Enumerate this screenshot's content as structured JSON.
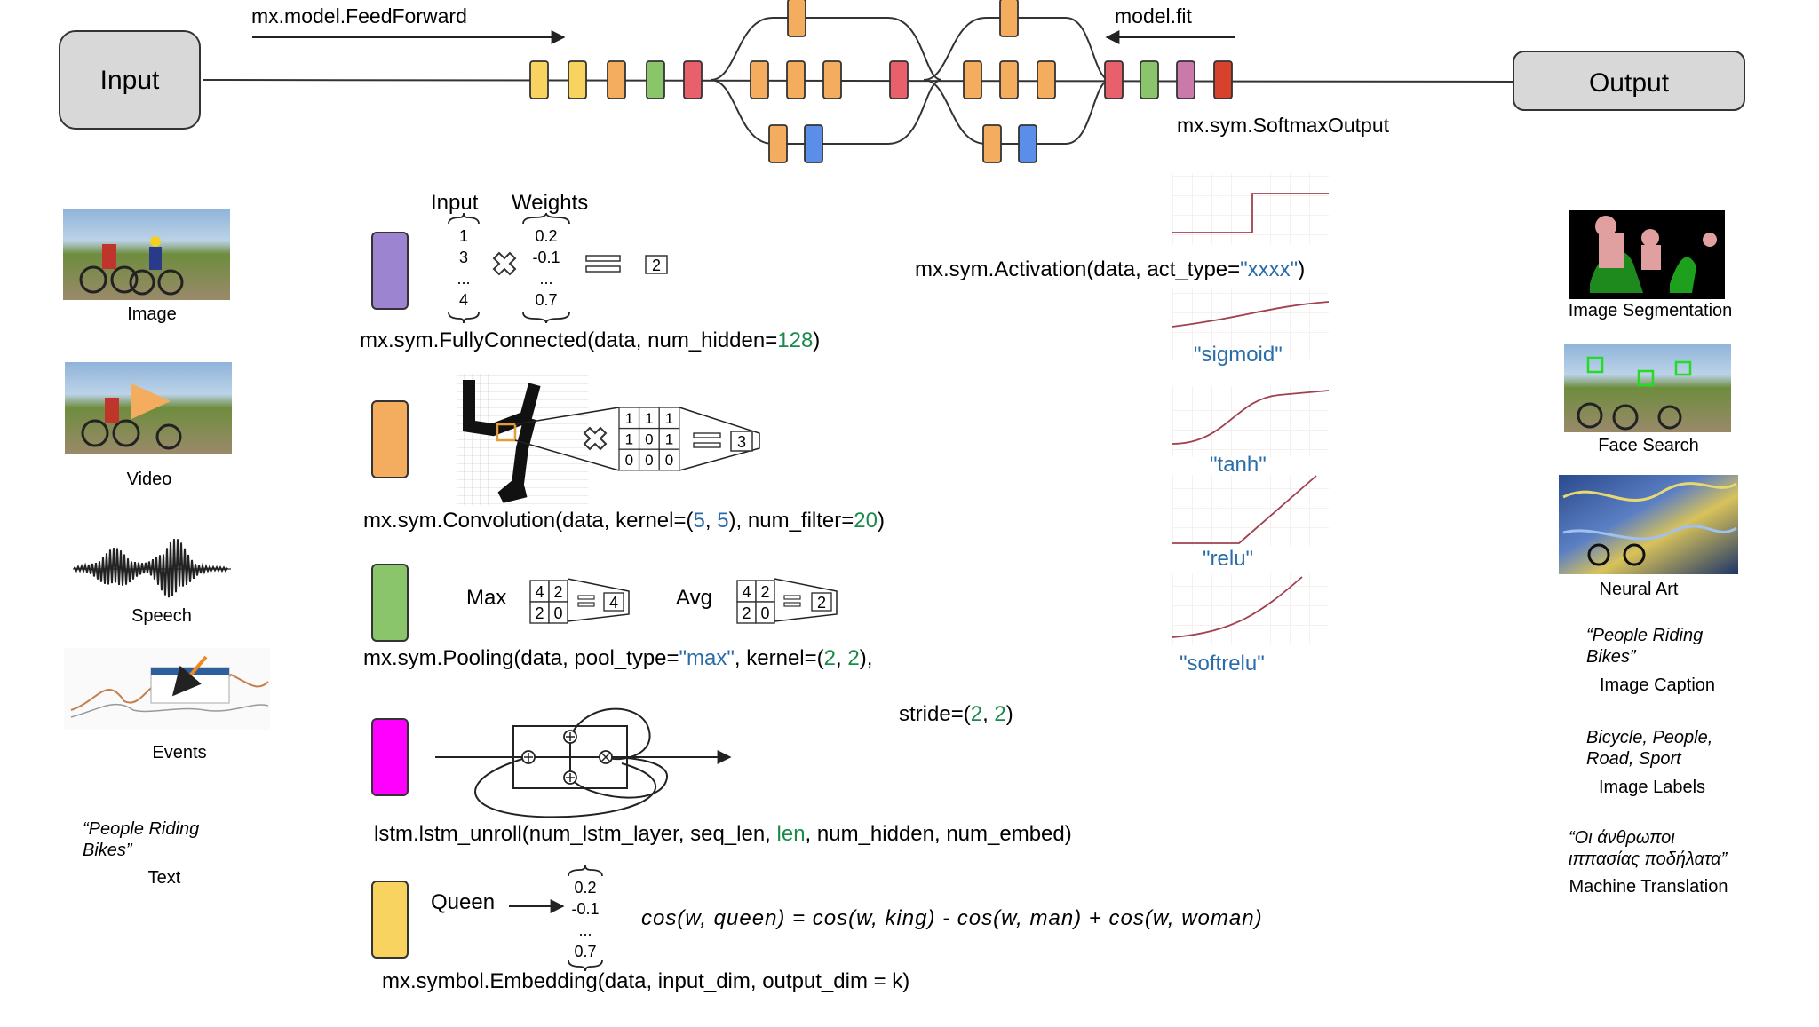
{
  "colors": {
    "yellow": "#f8d35f",
    "orange": "#f4ad5f",
    "green": "#8bc56b",
    "red": "#e8606b",
    "blue": "#5a8ee8",
    "purple": "#9c84d1",
    "magenta": "#ff00ff",
    "mauve": "#c97aab",
    "darkred": "#d6422c",
    "code_green": "#1a8a4a",
    "code_blue": "#2a6ca8"
  },
  "pipeline": {
    "input_label": "Input",
    "output_label": "Output",
    "feedforward_label": "mx.model.FeedForward",
    "fit_label": "model.fit",
    "softmax_label": "mx.sym.SoftmaxOutput"
  },
  "inputs": [
    {
      "id": "image",
      "label": "Image"
    },
    {
      "id": "video",
      "label": "Video"
    },
    {
      "id": "speech",
      "label": "Speech"
    },
    {
      "id": "events",
      "label": "Events"
    },
    {
      "id": "text",
      "label": "Text",
      "quote": "“People Riding Bikes”"
    }
  ],
  "outputs": [
    {
      "id": "segmentation",
      "label": "Image Segmentation"
    },
    {
      "id": "face",
      "label": "Face Search"
    },
    {
      "id": "art",
      "label": "Neural Art"
    },
    {
      "id": "caption",
      "label": "Image Caption",
      "quote": "“People Riding Bikes”"
    },
    {
      "id": "labels",
      "label": "Image Labels",
      "quote": "Bicycle, People, Road, Sport"
    },
    {
      "id": "translation",
      "label": "Machine Translation",
      "quote": "“Οι άνθρωποι ιππασίας ποδήλατα”"
    }
  ],
  "fc": {
    "input_header": "Input",
    "weights_header": "Weights",
    "input_vals": [
      "1",
      "3",
      "...",
      "4"
    ],
    "weight_vals": [
      "0.2",
      "-0.1",
      "...",
      "0.7"
    ],
    "result": "2",
    "code_prefix": "mx.sym.FullyConnected(data, num_hidden=",
    "code_num": "128",
    "code_suffix": ")"
  },
  "conv": {
    "kernel": [
      "1",
      "1",
      "1",
      "1",
      "0",
      "1",
      "0",
      "0",
      "0"
    ],
    "result": "3",
    "code_a": "mx.sym.Convolution(data, kernel=(",
    "code_k1": "5",
    "code_sep": ", ",
    "code_k2": "5",
    "code_b": "), num_filter=",
    "code_nf": "20",
    "code_c": ")"
  },
  "pool": {
    "max_label": "Max",
    "avg_label": "Avg",
    "grid": [
      "4",
      "2",
      "2",
      "0"
    ],
    "max_result": "4",
    "avg_result": "2",
    "code_a": "mx.sym.Pooling(data, pool_type=",
    "code_type": "\"max\"",
    "code_b": ", kernel=(",
    "code_k1": "2",
    "code_sep": ", ",
    "code_k2": "2",
    "code_c": "),",
    "stride_a": "stride=(",
    "stride_1": "2",
    "stride_sep": ", ",
    "stride_2": "2",
    "stride_c": ")"
  },
  "lstm": {
    "code_a": "lstm.lstm_unroll(num_lstm_layer, seq_len, ",
    "code_len": "len",
    "code_b": ", num_hidden, num_embed)"
  },
  "embed": {
    "word": "Queen",
    "vals": [
      "0.2",
      "-0.1",
      "...",
      "0.7"
    ],
    "equation": "cos(w, queen) = cos(w, king) - cos(w, man) + cos(w, woman)",
    "code": "mx.symbol.Embedding(data, input_dim, output_dim = k)"
  },
  "activation": {
    "code_a": "mx.sym.Activation(data, act_type=",
    "code_type": "\"xxxx\"",
    "code_b": ")",
    "types": [
      "\"sigmoid\"",
      "\"tanh\"",
      "\"relu\"",
      "\"softrelu\""
    ]
  }
}
